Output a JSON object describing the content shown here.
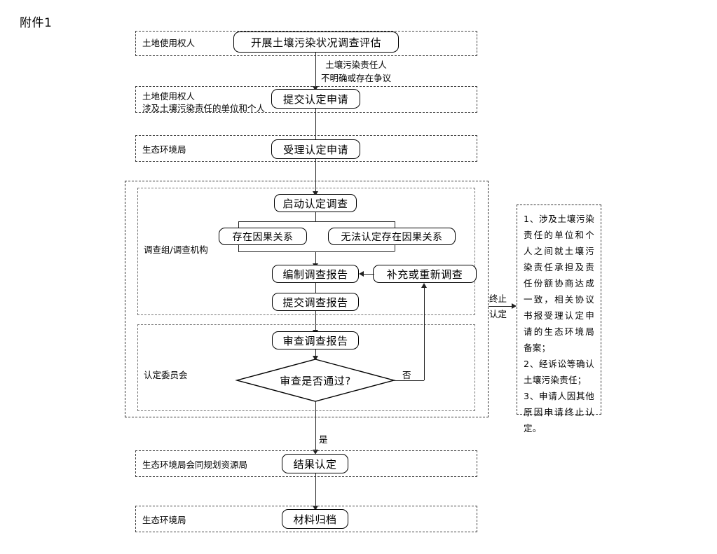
{
  "document": {
    "title": "附件1"
  },
  "lanes": [
    {
      "id": "lane-landuser-1",
      "label": "土地使用权人"
    },
    {
      "id": "lane-landuser-2",
      "label": "土地使用权人\n涉及土壤污染责任的单位和个人"
    },
    {
      "id": "lane-eco-bureau-1",
      "label": "生态环境局"
    },
    {
      "id": "lane-investigation",
      "label": "调查组/调查机构"
    },
    {
      "id": "lane-committee",
      "label": "认定委员会"
    },
    {
      "id": "lane-eco-planning",
      "label": "生态环境局会同规划资源局"
    },
    {
      "id": "lane-eco-bureau-2",
      "label": "生态环境局"
    }
  ],
  "nodes": {
    "survey_assessment": "开展土壤污染状况调查评估",
    "submit_application": "提交认定申请",
    "accept_application": "受理认定申请",
    "start_investigation": "启动认定调查",
    "causal_exists": "存在因果关系",
    "causal_undetermined": "无法认定存在因果关系",
    "compile_report": "编制调查报告",
    "supplement_reinvestigate": "补充或重新调查",
    "submit_report": "提交调查报告",
    "review_report": "审查调查报告",
    "decision": "审查是否通过?",
    "result_determination": "结果认定",
    "archive_materials": "材料归档"
  },
  "edge_labels": {
    "responsible_party_unclear": "土壤污染责任人\n不明确或存在争议",
    "no": "否",
    "yes": "是",
    "terminate_line1": "终止",
    "terminate_line2": "认定"
  },
  "note": {
    "items": [
      "1、涉及土壤污染责任的单位和个人之间就土壤污染责任承担及责任份额协商达成一致，相关协议书报受理认定申请的生态环境局备案；",
      "2、经诉讼等确认土壤污染责任；",
      "3、申请人因其他原因申请终止认定。"
    ]
  },
  "colors": {
    "stroke": "#000000",
    "lane_border": "#444444",
    "connector": "#222222",
    "background": "#ffffff"
  }
}
